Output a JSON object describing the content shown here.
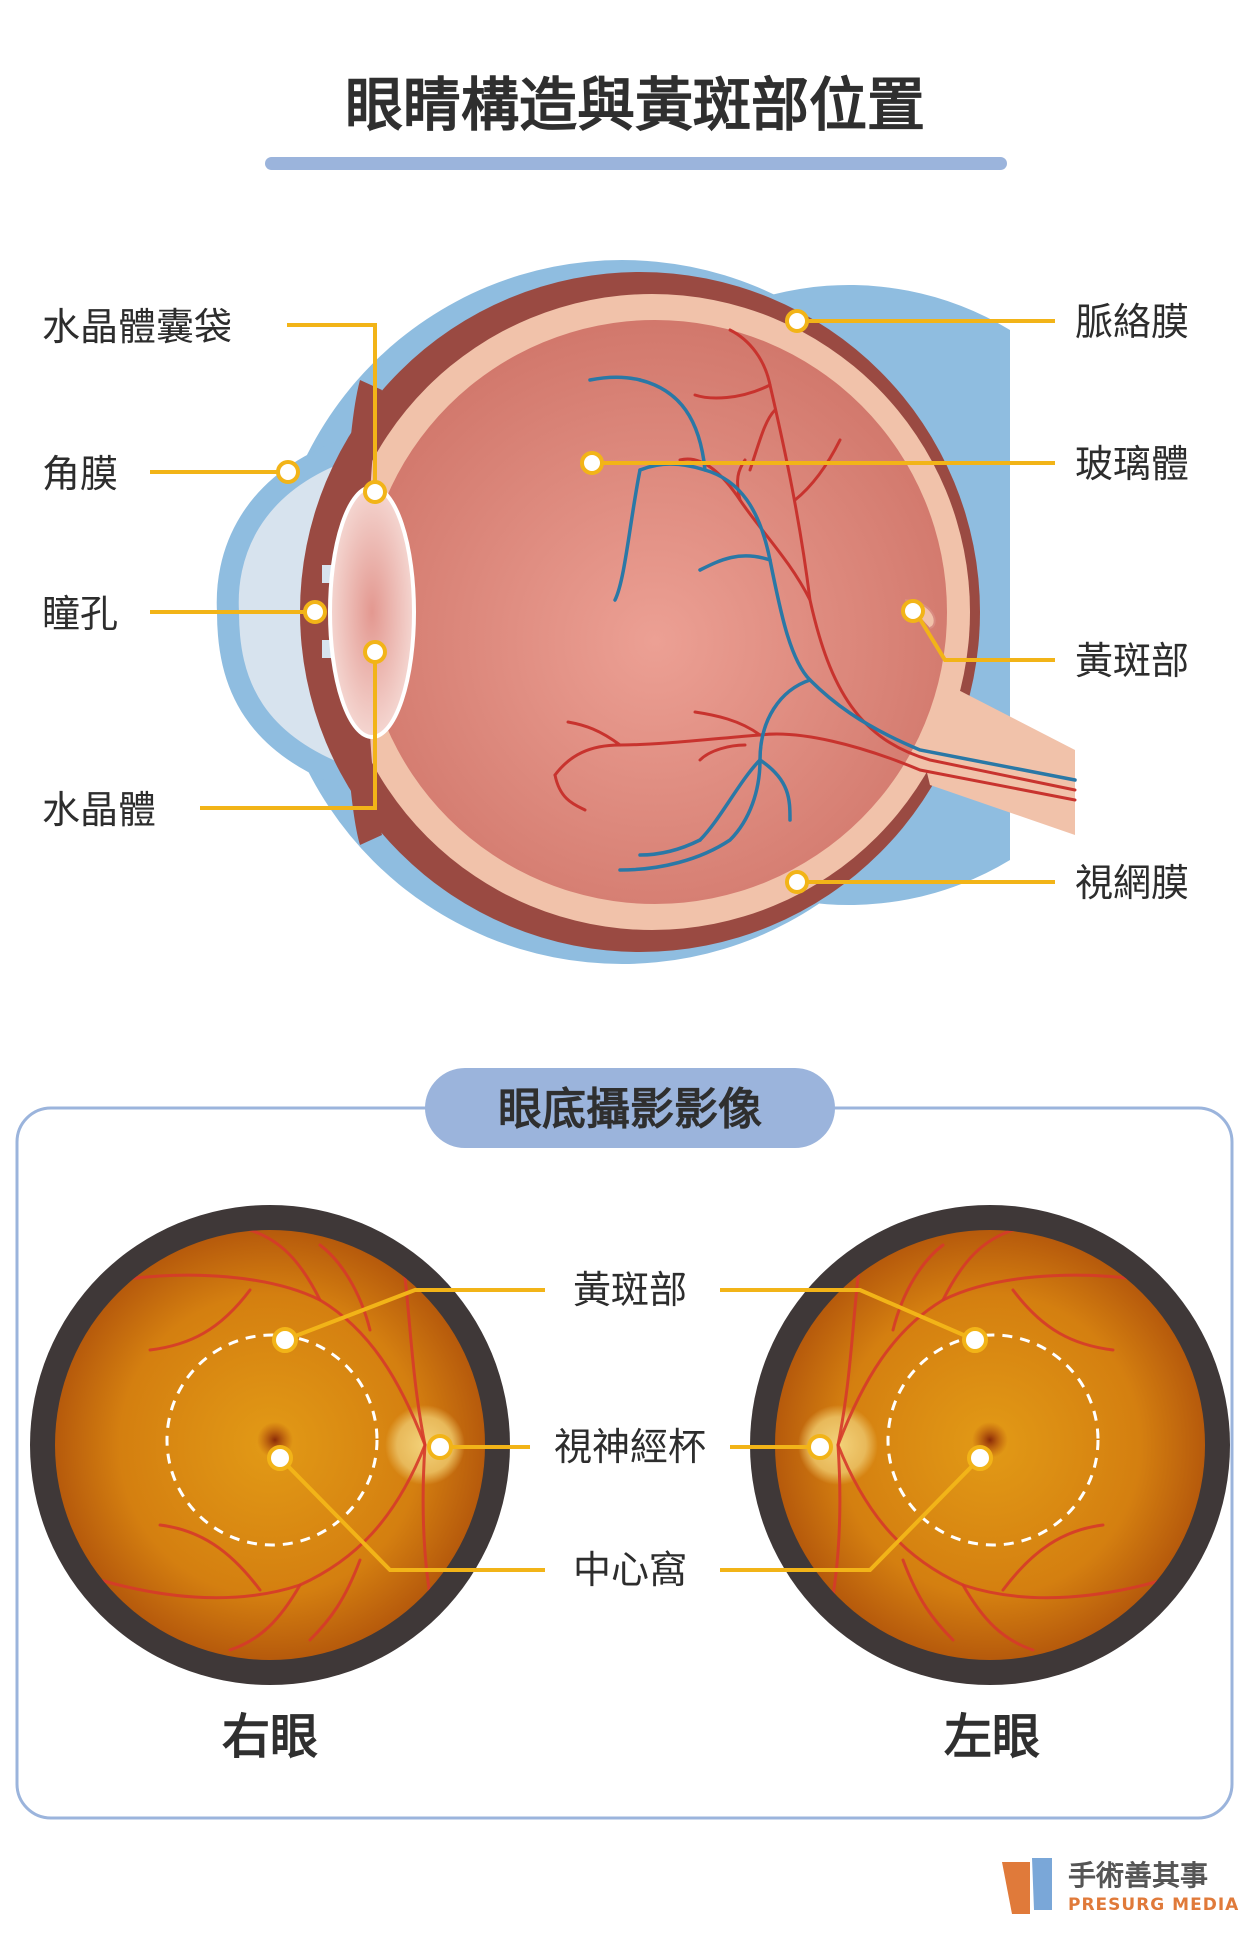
{
  "title": "眼睛構造與黃斑部位置",
  "eye_labels": {
    "capsule": "水晶體囊袋",
    "cornea": "角膜",
    "pupil": "瞳孔",
    "lens": "水晶體",
    "choroid": "脈絡膜",
    "vitreous": "玻璃體",
    "macula": "黃斑部",
    "retina": "視網膜"
  },
  "fundus": {
    "badge": "眼底攝影影像",
    "macula": "黃斑部",
    "optic_cup": "視神經杯",
    "fovea": "中心窩",
    "right_eye": "右眼",
    "left_eye": "左眼"
  },
  "brand": {
    "name": "手術善其事",
    "name_en": "PRESURG MEDIA"
  },
  "colors": {
    "leader": "#f2b418",
    "title_bar": "#9bb4dc",
    "sclera": "#9a4a42",
    "vitreous": "#d8857a",
    "fundus": "#d88a10"
  }
}
